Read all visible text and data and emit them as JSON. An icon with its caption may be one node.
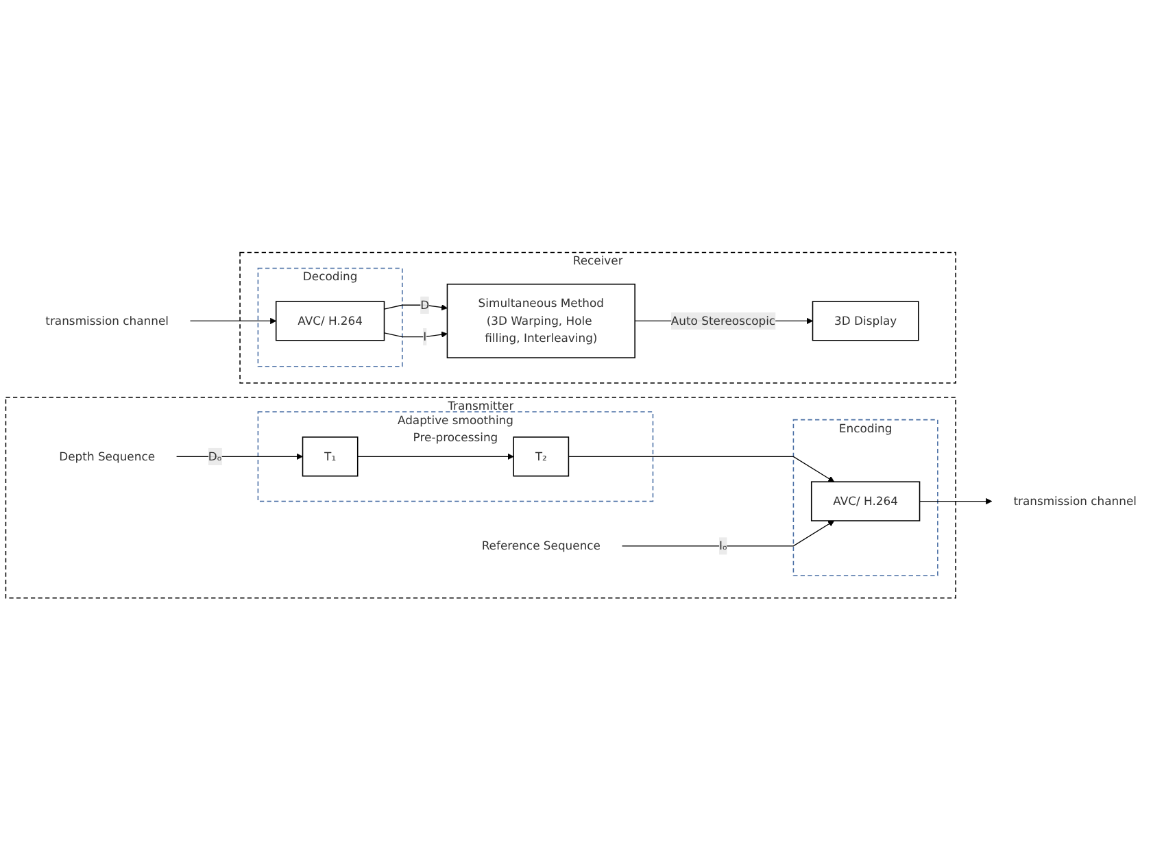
{
  "diagram": {
    "nodes": [
      {
        "text": [
          "Transmitter"
        ]
      },
      {
        "text": [
          "Depth Sequence"
        ],
        "in": 0
      },
      {
        "text": [
          "Adaptive smoothing"
        ],
        "in": 0,
        "beside": [
          "Pre-processing"
        ]
      },
      {
        "text": [
          "T₁"
        ],
        "in": 2
      },
      {
        "text": [
          "T₂"
        ],
        "in": 2
      },
      {
        "text": [
          "Encoding"
        ],
        "in": 0
      },
      {
        "text": [
          "AVC/ H.264"
        ],
        "in": 5
      },
      {
        "text": [
          "transmission channel"
        ]
      },
      {
        "text": [
          "Reference Sequence"
        ],
        "in": 0
      },
      {
        "text": [
          "Receiver"
        ]
      },
      {
        "text": [
          "transmission channel"
        ]
      },
      {
        "text": [
          "Decoding"
        ],
        "in": 9
      },
      {
        "text": [
          "AVC/ H.264"
        ],
        "in": 11
      },
      {
        "text": [
          "Simultaneous Method",
          "(3D Warping, Hole filling, Interleaving)"
        ],
        "in": 9
      },
      {
        "text": [
          "3D Display"
        ],
        "in": 9
      }
    ],
    "edges": [
      {
        "from": 1,
        "to": 3,
        "arrow": "to",
        "label": "Dₒ"
      },
      {
        "from": 3,
        "to": 4,
        "arrow": "to"
      },
      {
        "from": 4,
        "to": 6,
        "arrow": "to"
      },
      {
        "from": 6,
        "to": 7,
        "arrow": "to"
      },
      {
        "from": 8,
        "to": 6,
        "arrow": "to",
        "label": "Iₒ"
      },
      {
        "from": 10,
        "to": 12,
        "arrow": "to"
      },
      {
        "from": 12,
        "to": 13,
        "arrow": "to",
        "label": "D"
      },
      {
        "from": 12,
        "to": 13,
        "arrow": "to",
        "label": "I"
      },
      {
        "from": 13,
        "to": 14,
        "arrow": "to",
        "label": "Auto Stereoscopic"
      }
    ]
  }
}
